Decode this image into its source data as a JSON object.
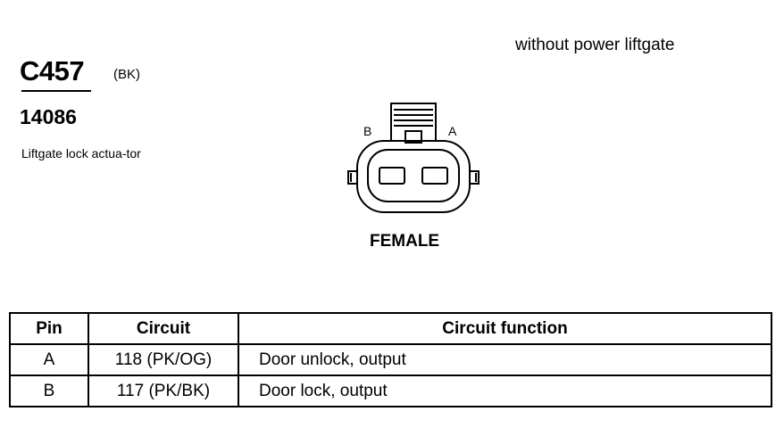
{
  "header": {
    "note": "without power liftgate",
    "connector_id": "C457",
    "connector_color": "(BK)",
    "part_number": "14086",
    "description": "Liftgate lock actua-tor"
  },
  "diagram": {
    "pin_label_left": "B",
    "pin_label_right": "A",
    "gender": "FEMALE"
  },
  "table": {
    "headers": [
      "Pin",
      "Circuit",
      "Circuit function"
    ],
    "rows": [
      [
        "A",
        "118 (PK/OG)",
        "Door unlock, output"
      ],
      [
        "B",
        "117 (PK/BK)",
        "Door lock, output"
      ]
    ]
  }
}
